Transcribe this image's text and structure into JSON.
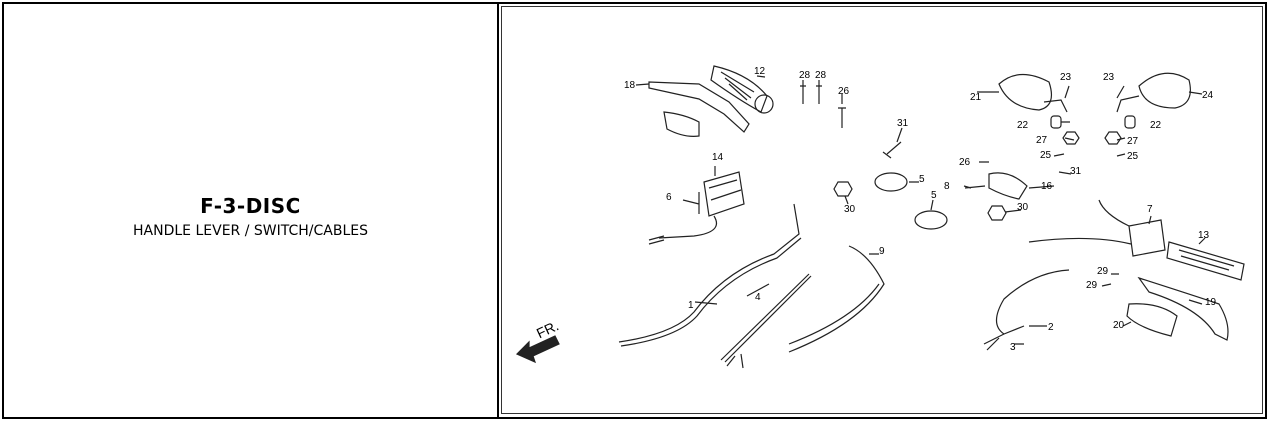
{
  "header": {
    "title": "F-3-DISC",
    "subtitle": "HANDLE LEVER / SWITCH/CABLES"
  },
  "diagram": {
    "direction_label": "FR.",
    "callouts": [
      "1",
      "2",
      "3",
      "4",
      "5",
      "5",
      "6",
      "7",
      "8",
      "9",
      "12",
      "13",
      "14",
      "16",
      "18",
      "19",
      "20",
      "21",
      "22",
      "22",
      "23",
      "23",
      "24",
      "25",
      "25",
      "26",
      "26",
      "27",
      "27",
      "28",
      "28",
      "29",
      "29",
      "30",
      "30",
      "31",
      "31"
    ]
  }
}
